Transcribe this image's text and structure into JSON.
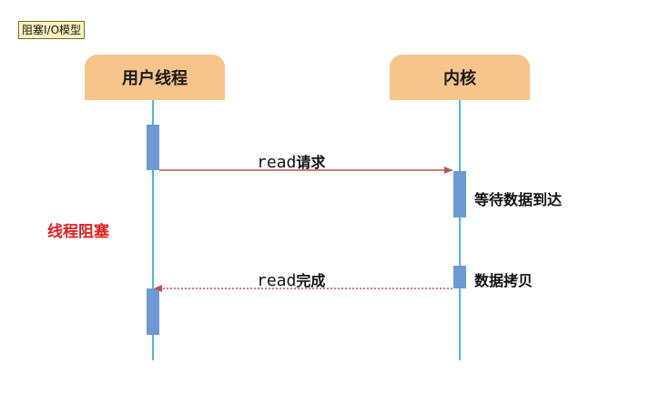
{
  "title": "阻塞I/O模型",
  "actors": {
    "user": "用户线程",
    "kernel": "内核"
  },
  "messages": {
    "request_code": "read",
    "request_text": "请求",
    "complete_code": "read",
    "complete_text": "完成"
  },
  "kernel_steps": {
    "wait": "等待数据到达",
    "copy": "数据拷贝"
  },
  "user_state": "线程阻塞",
  "colors": {
    "actor_fill": "#f7c48a",
    "lifeline": "#4bb6e8",
    "activation": "#6b9ad4",
    "arrow": "#c0504d",
    "blocked_text": "#e02020"
  }
}
